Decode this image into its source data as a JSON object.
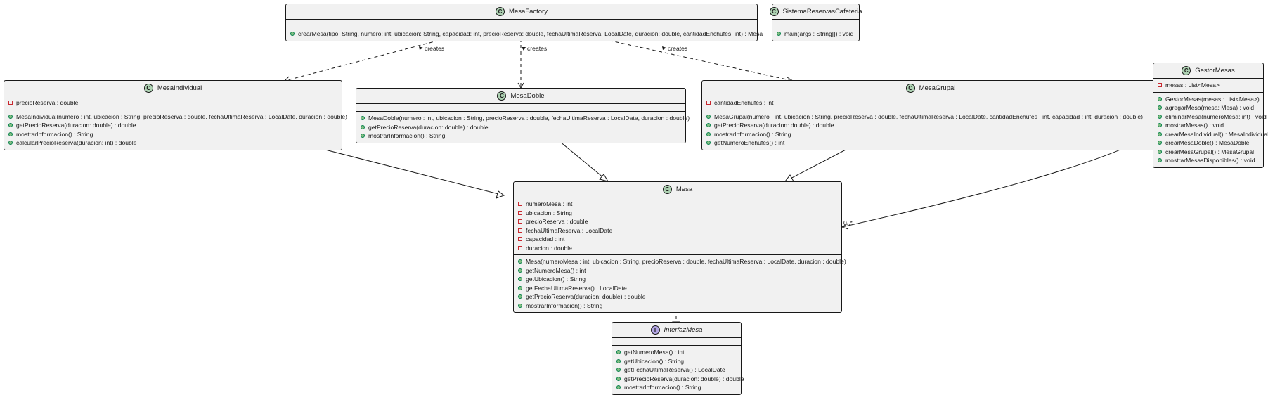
{
  "classes": {
    "mesaFactory": {
      "kind": "C",
      "name": "MesaFactory",
      "fields": [],
      "methods": [
        "crearMesa(tipo: String, numero: int, ubicacion: String, capacidad: int, precioReserva: double, fechaUltimaReserva: LocalDate, duracion: double, cantidadEnchufes: int) : Mesa"
      ]
    },
    "sistema": {
      "kind": "C",
      "name": "SistemaReservasCafeteria",
      "fields": [],
      "methods": [
        "main(args : String[]) : void"
      ]
    },
    "mesaIndividual": {
      "kind": "C",
      "name": "MesaIndividual",
      "fields": [
        "precioReserva : double"
      ],
      "methods": [
        "MesaIndividual(numero : int, ubicacion : String, precioReserva : double, fechaUltimaReserva : LocalDate, duracion : double)",
        "getPrecioReserva(duracion: double) : double",
        "mostrarInformacion() : String",
        "calcularPrecioReserva(duracion: int) : double"
      ]
    },
    "mesaDoble": {
      "kind": "C",
      "name": "MesaDoble",
      "fields": [],
      "methods": [
        "MesaDoble(numero : int, ubicacion : String, precioReserva : double, fechaUltimaReserva : LocalDate, duracion : double)",
        "getPrecioReserva(duracion: double) : double",
        "mostrarInformacion() : String"
      ]
    },
    "mesaGrupal": {
      "kind": "C",
      "name": "MesaGrupal",
      "fields": [
        "cantidadEnchufes : int"
      ],
      "methods": [
        "MesaGrupal(numero : int, ubicacion : String, precioReserva : double, fechaUltimaReserva : LocalDate, cantidadEnchufes : int, capacidad : int, duracion : double)",
        "getPrecioReserva(duracion: double) : double",
        "mostrarInformacion() : String",
        "getNumeroEnchufes() : int"
      ]
    },
    "gestorMesas": {
      "kind": "C",
      "name": "GestorMesas",
      "fields": [
        "mesas : List<Mesa>"
      ],
      "methods": [
        "GestorMesas(mesas : List<Mesa>)",
        "agregarMesa(mesa: Mesa) : void",
        "eliminarMesa(numeroMesa: int) : void",
        "mostrarMesas() : void",
        "crearMesaIndividual() : MesaIndividual",
        "crearMesaDoble() : MesaDoble",
        "crearMesaGrupal() : MesaGrupal",
        "mostrarMesasDisponibles() : void"
      ]
    },
    "mesa": {
      "kind": "C",
      "name": "Mesa",
      "fields": [
        "numeroMesa : int",
        "ubicacion : String",
        "precioReserva : double",
        "fechaUltimaReserva : LocalDate",
        "capacidad : int",
        "duracion : double"
      ],
      "methods": [
        "Mesa(numeroMesa : int, ubicacion : String, precioReserva : double, fechaUltimaReserva : LocalDate, duracion : double)",
        "getNumeroMesa() : int",
        "getUbicacion() : String",
        "getFechaUltimaReserva() : LocalDate",
        "getPrecioReserva(duracion: double) : double",
        "mostrarInformacion() : String"
      ]
    },
    "interfazMesa": {
      "kind": "I",
      "name": "InterfazMesa",
      "fields": [],
      "methods": [
        "getNumeroMesa() : int",
        "getUbicacion() : String",
        "getFechaUltimaReserva() : LocalDate",
        "getPrecioReserva(duracion: double) : double",
        "mostrarInformacion() : String"
      ]
    }
  },
  "relations": {
    "creates_individual": "creates",
    "creates_doble": "creates",
    "creates_grupal": "creates",
    "multiplicity": "0..*"
  },
  "colors": {
    "class_fill": "#f1f1f1",
    "border": "#181818",
    "class_badge": "#add1b2",
    "interface_badge": "#b4a7e5",
    "private_marker": "#c82930",
    "public_marker": "#84be84"
  }
}
